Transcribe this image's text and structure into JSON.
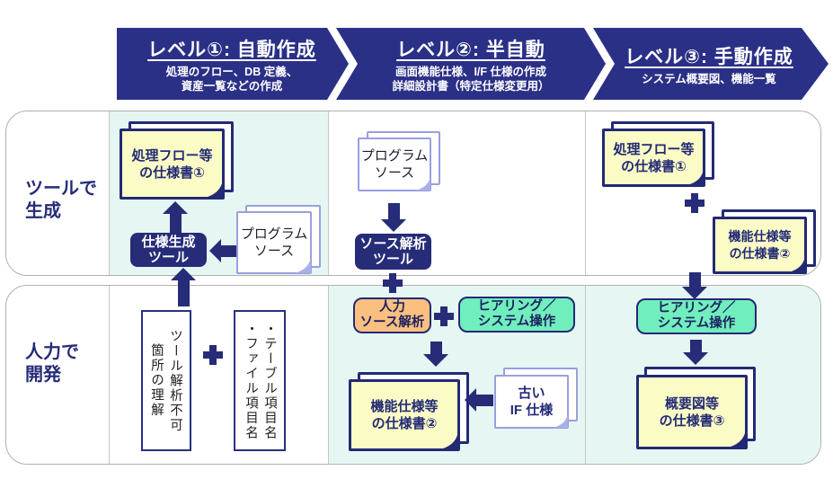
{
  "colors": {
    "navy": "#262c78",
    "header_navy": "#2b3087",
    "sticky_yellow": "#fbfbc6",
    "paper_border_lavender": "#98a0dd",
    "orange": "#fbbf80",
    "green": "#70eebd",
    "cell_cyan": "#e6f6f2",
    "row_border_gray": "#b0b0b0"
  },
  "header": {
    "levels": [
      {
        "title": "レベル①: 自動作成",
        "subtitle_line1": "処理のフロー、DB 定義、",
        "subtitle_line2": "資産一覧などの作成"
      },
      {
        "title": "レベル②: 半自動",
        "subtitle_line1": "画面機能仕様、I/F 仕様の作成",
        "subtitle_line2": "詳細設計書（特定仕様変更用）"
      },
      {
        "title": "レベル③: 手動作成",
        "subtitle_line1": "システム概要図、機能一覧",
        "subtitle_line2": ""
      }
    ]
  },
  "rows": [
    {
      "label_line1": "ツールで",
      "label_line2": "生成"
    },
    {
      "label_line1": "人力で",
      "label_line2": "開発"
    }
  ],
  "nodes": {
    "c1_sticky": {
      "line1": "処理フロー等",
      "line2": "の仕様書①"
    },
    "c1_tool": {
      "line1": "仕様生成",
      "line2": "ツール"
    },
    "c1_source": {
      "line1": "プログラム",
      "line2": "ソース"
    },
    "c1_vbox1": {
      "col1": "ツール解析不可",
      "col2": "箇所の理解"
    },
    "c1_vbox2": {
      "col1": "・テーブル項目名",
      "col2": "・ファイル項目名"
    },
    "c2_source": {
      "line1": "プログラム",
      "line2": "ソース"
    },
    "c2_tool": {
      "line1": "ソース解析",
      "line2": "ツール"
    },
    "c2_manual": {
      "line1": "人力",
      "line2": "ソース解析"
    },
    "c2_hearing": {
      "line1": "ヒアリング／",
      "line2": "システム操作"
    },
    "c2_sticky": {
      "line1": "機能仕様等",
      "line2": "の仕様書②"
    },
    "c2_oldif": {
      "line1": "古い",
      "line2": "IF 仕様"
    },
    "c3_sticky1": {
      "line1": "処理フロー等",
      "line2": "の仕様書①"
    },
    "c3_sticky2": {
      "line1": "機能仕様等",
      "line2": "の仕様書②"
    },
    "c3_hearing": {
      "line1": "ヒアリング／",
      "line2": "システム操作"
    },
    "c3_sticky3": {
      "line1": "概要図等",
      "line2": "の仕様書③"
    }
  }
}
